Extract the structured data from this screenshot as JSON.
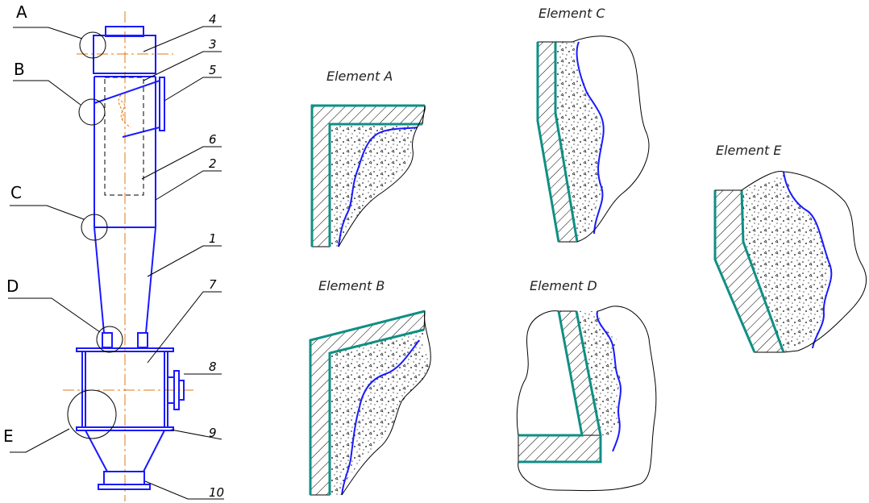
{
  "callouts": {
    "A": "A",
    "B": "B",
    "C": "C",
    "D": "D",
    "E": "E"
  },
  "parts": {
    "p1": "1",
    "p2": "2",
    "p3": "3",
    "p4": "4",
    "p5": "5",
    "p6": "6",
    "p7": "7",
    "p8": "8",
    "p9": "9",
    "p10": "10"
  },
  "details": {
    "a": "Element A",
    "b": "Element B",
    "c": "Element C",
    "d": "Element D",
    "e": "Element E"
  },
  "colors": {
    "outline": "#1a1aff",
    "lining": "#0f8f84",
    "axis": "#e07a10"
  }
}
